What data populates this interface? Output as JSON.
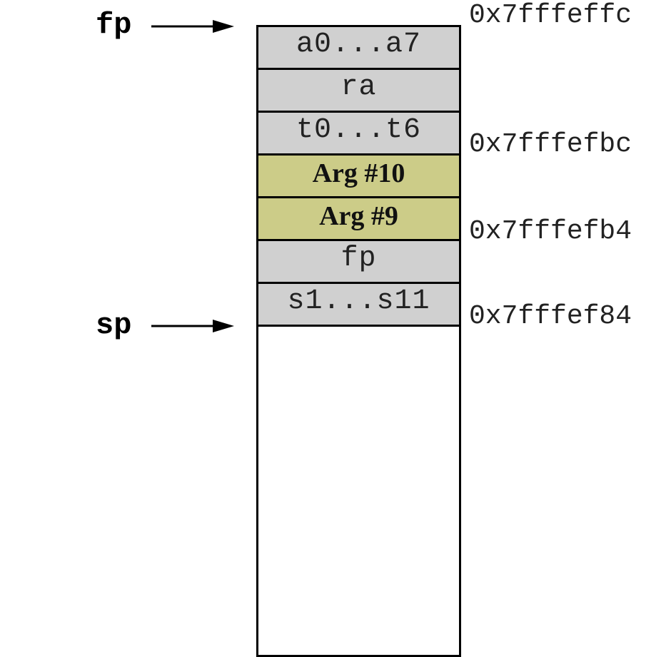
{
  "pointers": {
    "frame_pointer": "fp",
    "stack_pointer": "sp"
  },
  "stack_slots": [
    {
      "label": "a0...a7",
      "kind": "saved"
    },
    {
      "label": "ra",
      "kind": "saved"
    },
    {
      "label": "t0...t6",
      "kind": "saved"
    },
    {
      "label": "Arg #10",
      "kind": "arg"
    },
    {
      "label": "Arg #9",
      "kind": "arg"
    },
    {
      "label": "fp",
      "kind": "saved"
    },
    {
      "label": "s1...s11",
      "kind": "saved"
    }
  ],
  "addresses": [
    "0x7fffeffc",
    "0x7fffefbc",
    "0x7fffefb4",
    "0x7fffef84"
  ],
  "colors": {
    "saved_slot": "#d0d0d0",
    "argument_slot": "#cccc88",
    "outline": "#000000"
  }
}
